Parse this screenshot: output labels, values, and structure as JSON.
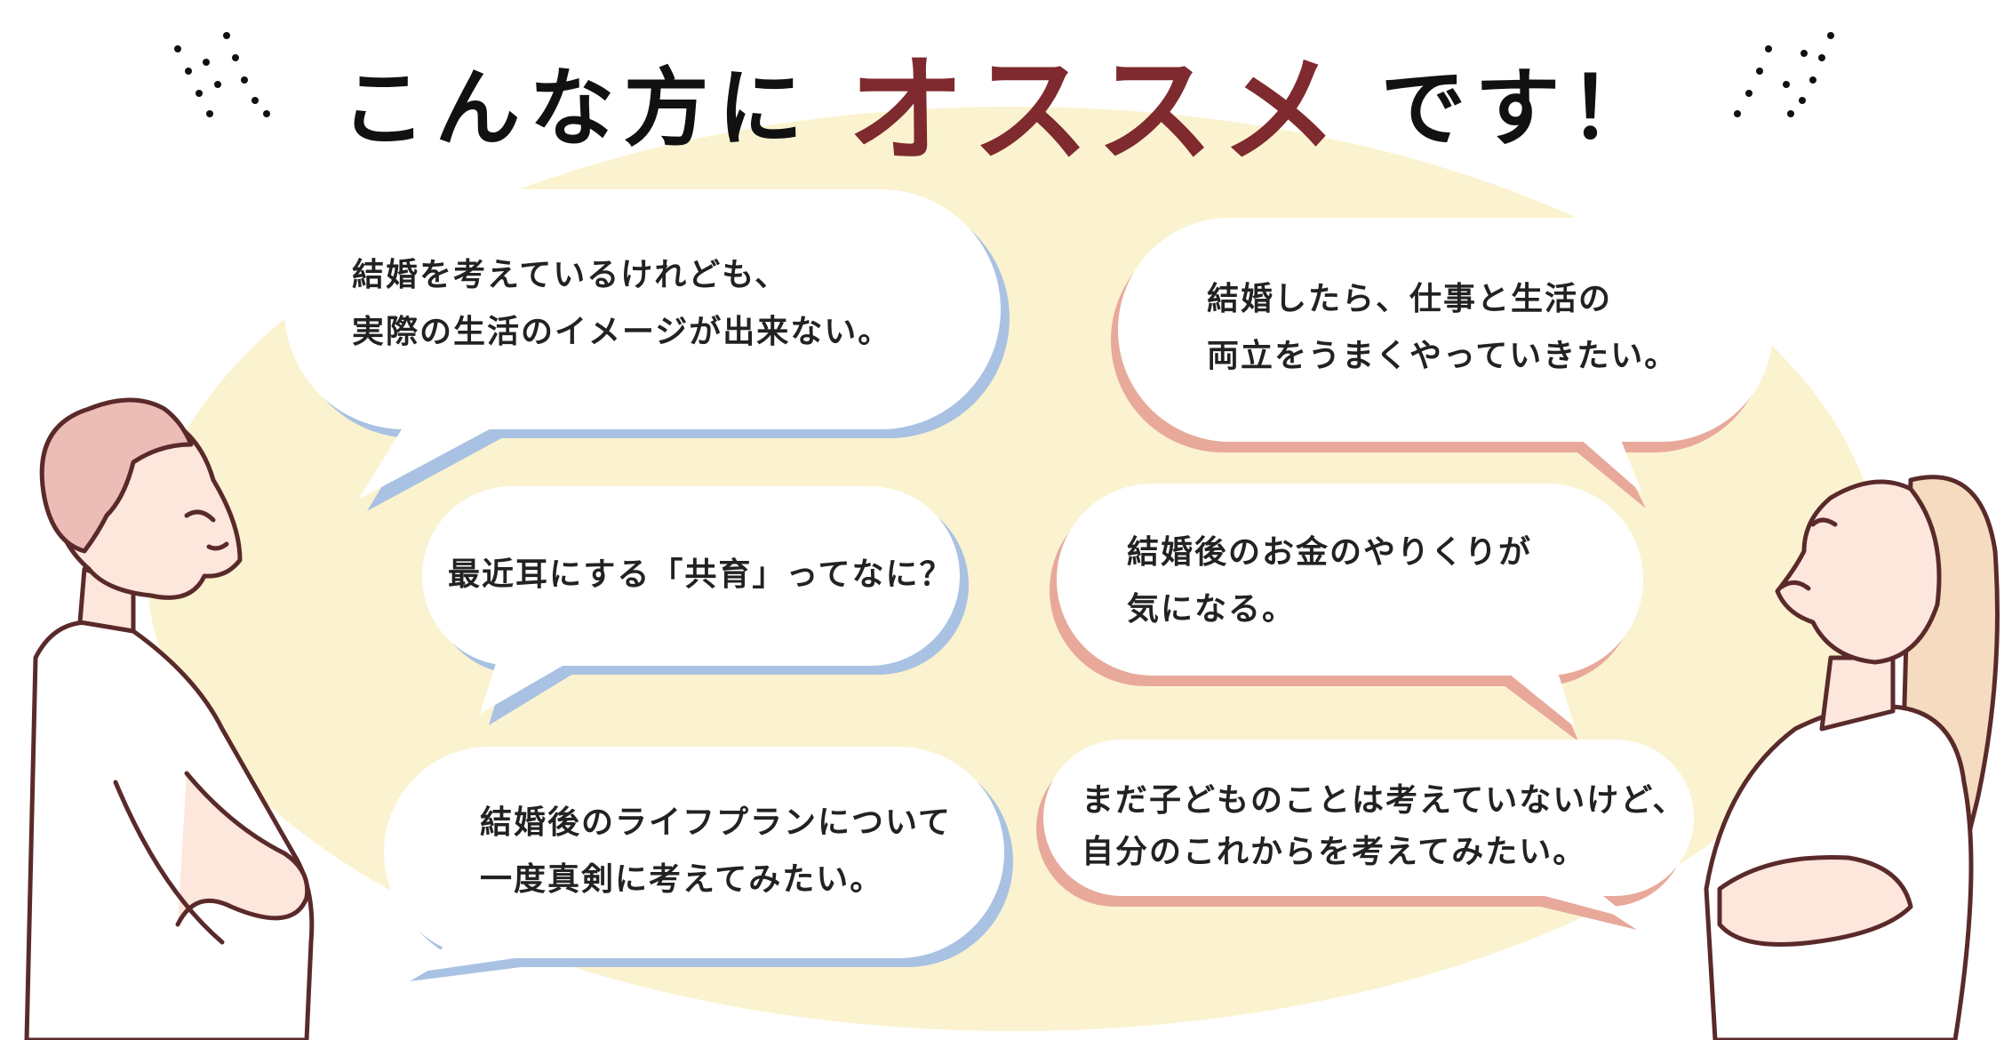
{
  "title": {
    "prefix": "こんな方に",
    "highlight": "オススメ",
    "suffix": "です！"
  },
  "colors": {
    "highlight": "#7f2a2e",
    "background_blob": "#fbf3cf",
    "left_bubble_shadow": "#a9c2e3",
    "right_bubble_shadow": "#e8a99b",
    "outline": "#5a2a2a"
  },
  "left_bubbles": [
    {
      "lines": [
        "結婚を考えているけれども、",
        "実際の生活のイメージが出来ない。"
      ]
    },
    {
      "lines": [
        "最近耳にする「共育」ってなに？"
      ]
    },
    {
      "lines": [
        "結婚後のライフプランについて",
        "一度真剣に考えてみたい。"
      ]
    }
  ],
  "right_bubbles": [
    {
      "lines": [
        "結婚したら、仕事と生活の",
        "両立をうまくやっていきたい。"
      ]
    },
    {
      "lines": [
        "結婚後のお金のやりくりが",
        "気になる。"
      ]
    },
    {
      "lines": [
        "まだ子どものことは考えていないけど、",
        "自分のこれからを考えてみたい。"
      ]
    }
  ]
}
